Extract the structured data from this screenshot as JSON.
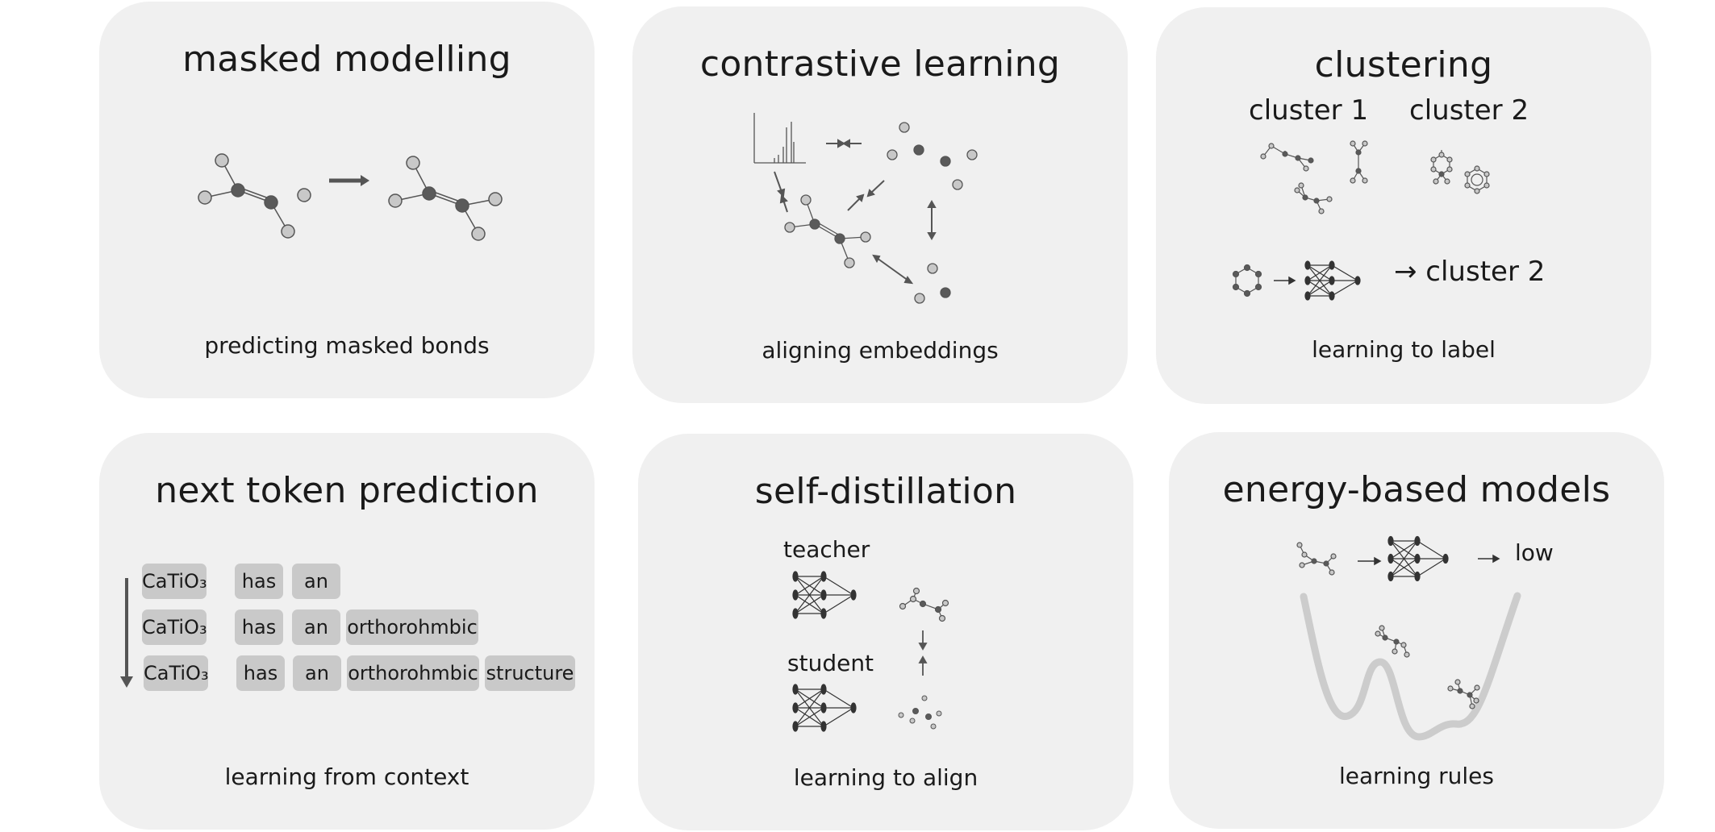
{
  "panels": {
    "masked": {
      "title": "masked modelling",
      "caption": "predicting masked bonds"
    },
    "contrastive": {
      "title": "contrastive learning",
      "caption": "aligning embeddings"
    },
    "clustering": {
      "title": "clustering",
      "caption": "learning to label",
      "cluster1": "cluster 1",
      "cluster2": "cluster 2",
      "output": "→ cluster 2"
    },
    "nexttoken": {
      "title": "next token prediction",
      "caption": "learning from context",
      "rows": [
        [
          "CaTiO₃",
          "has",
          "an"
        ],
        [
          "CaTiO₃",
          "has",
          "an",
          "orthorohmbic"
        ],
        [
          "CaTiO₃",
          "has",
          "an",
          "orthorohmbic",
          "structure"
        ]
      ]
    },
    "distill": {
      "title": "self-distillation",
      "caption": "learning to align",
      "teacher": "teacher",
      "student": "student"
    },
    "energy": {
      "title": "energy-based models",
      "caption": "learning rules",
      "output": "low"
    }
  },
  "colors": {
    "panel": "#f0f0f0",
    "node_light": "#c8c8c8",
    "node_dark": "#5a5a5a",
    "token": "#c9c9c9",
    "energy_curve": "#cccccc"
  },
  "icons": [
    "molecule-icon",
    "spectrum-icon",
    "neural-network-icon",
    "arrow-icon",
    "energy-landscape-icon"
  ]
}
